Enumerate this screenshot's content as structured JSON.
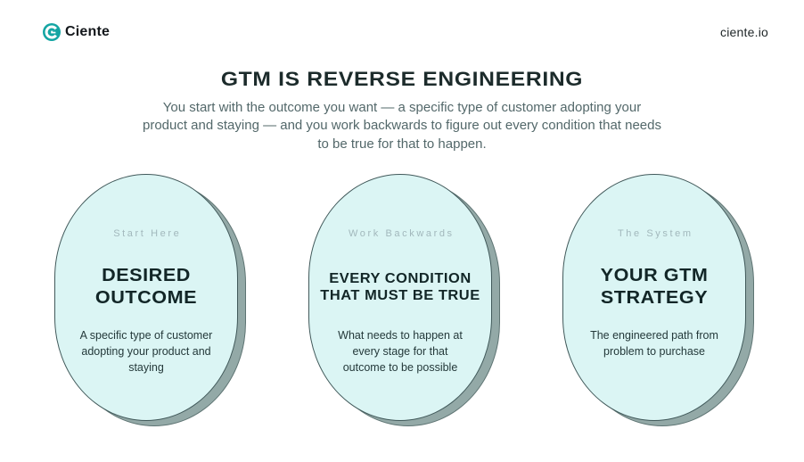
{
  "header": {
    "brand": "Ciente",
    "site": "ciente.io"
  },
  "title": "GTM IS REVERSE ENGINEERING",
  "subtitle": "You start with the outcome you want — a specific type of customer adopting your\nproduct and staying — and you work backwards to figure out every condition that needs\nto be true for that to happen.",
  "cards": [
    {
      "label": "Start Here",
      "heading": "DESIRED\nOUTCOME",
      "body": "A specific type of customer\nadopting your product and\nstaying"
    },
    {
      "label": "Work Backwards",
      "heading": "EVERY CONDITION\nTHAT MUST BE TRUE",
      "body": "What needs to happen at\nevery stage for that\noutcome to be possible"
    },
    {
      "label": "The System",
      "heading": "YOUR GTM\nSTRATEGY",
      "body": "The engineered path from\nproblem to purchase"
    }
  ],
  "colors": {
    "accent_teal": "#14a5a3",
    "card_fill": "#dbf5f4",
    "card_border": "#41595a",
    "card_shadow": "#93a9a7",
    "heading_text": "#122627",
    "label_text": "#a2b8bc",
    "subtitle_text": "#53686a",
    "title_text": "#1c2b2b"
  }
}
